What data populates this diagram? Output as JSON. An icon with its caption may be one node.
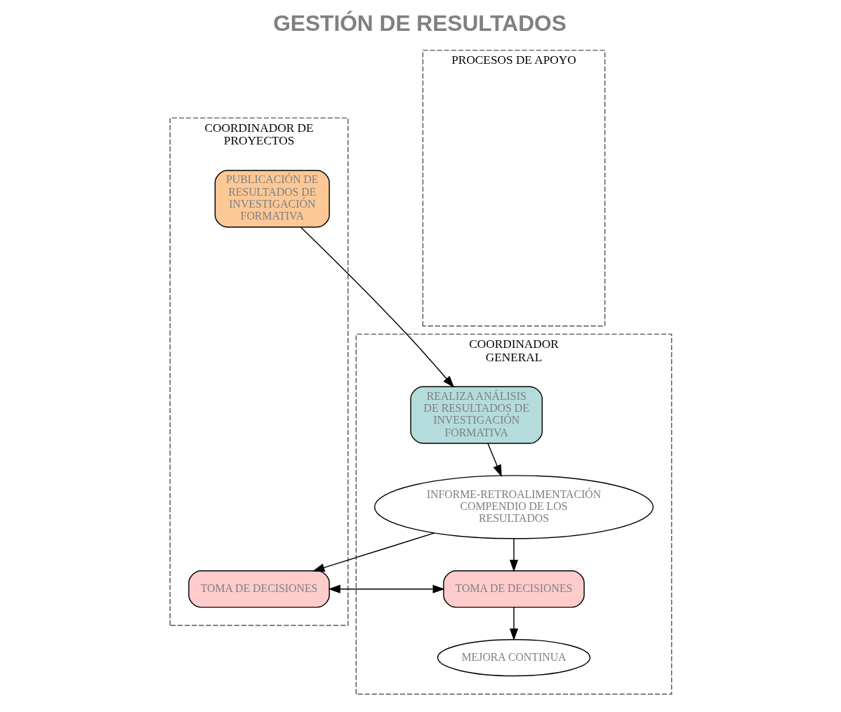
{
  "diagram": {
    "title": "GESTIÓN DE RESULTADOS",
    "nodes": [
      {
        "text": [
          "COORDINADOR GENERAL"
        ]
      },
      {
        "text": [
          "COORDINADOR DE PROYECTOS"
        ]
      },
      {
        "text": [
          "PROCESOS DE APOYO"
        ]
      },
      {
        "text": [
          "PUBLICACIÓN DE RESULTADOS DE INVESTIGACIÓN FORMATIVA"
        ],
        "in": 1
      },
      {
        "text": [
          "REALIZA ANÁLISIS DE RESULTADOS DE INVESTIGACIÓN FORMATIVA"
        ],
        "in": 0
      },
      {
        "text": [
          "INFORME-RETROALIMENTACIÓN COMPENDIO DE LOS RESULTADOS"
        ],
        "in": 0
      },
      {
        "text": [
          "TOMA DE DECISIONES"
        ],
        "in": 0
      },
      {
        "text": [
          "TOMA DE DECISIONES"
        ],
        "in": 1
      },
      {
        "text": [
          "MEJORA CONTINUA"
        ],
        "in": 0
      }
    ],
    "edges": [
      {
        "from": 3,
        "to": 4,
        "arrow": "to"
      },
      {
        "from": 4,
        "to": 5,
        "arrow": "to"
      },
      {
        "from": 5,
        "to": 6,
        "arrow": "to"
      },
      {
        "from": 5,
        "to": 7,
        "arrow": "to"
      },
      {
        "from": 6,
        "to": 7,
        "arrow": "both"
      },
      {
        "from": 6,
        "to": 8,
        "arrow": "to"
      }
    ]
  }
}
